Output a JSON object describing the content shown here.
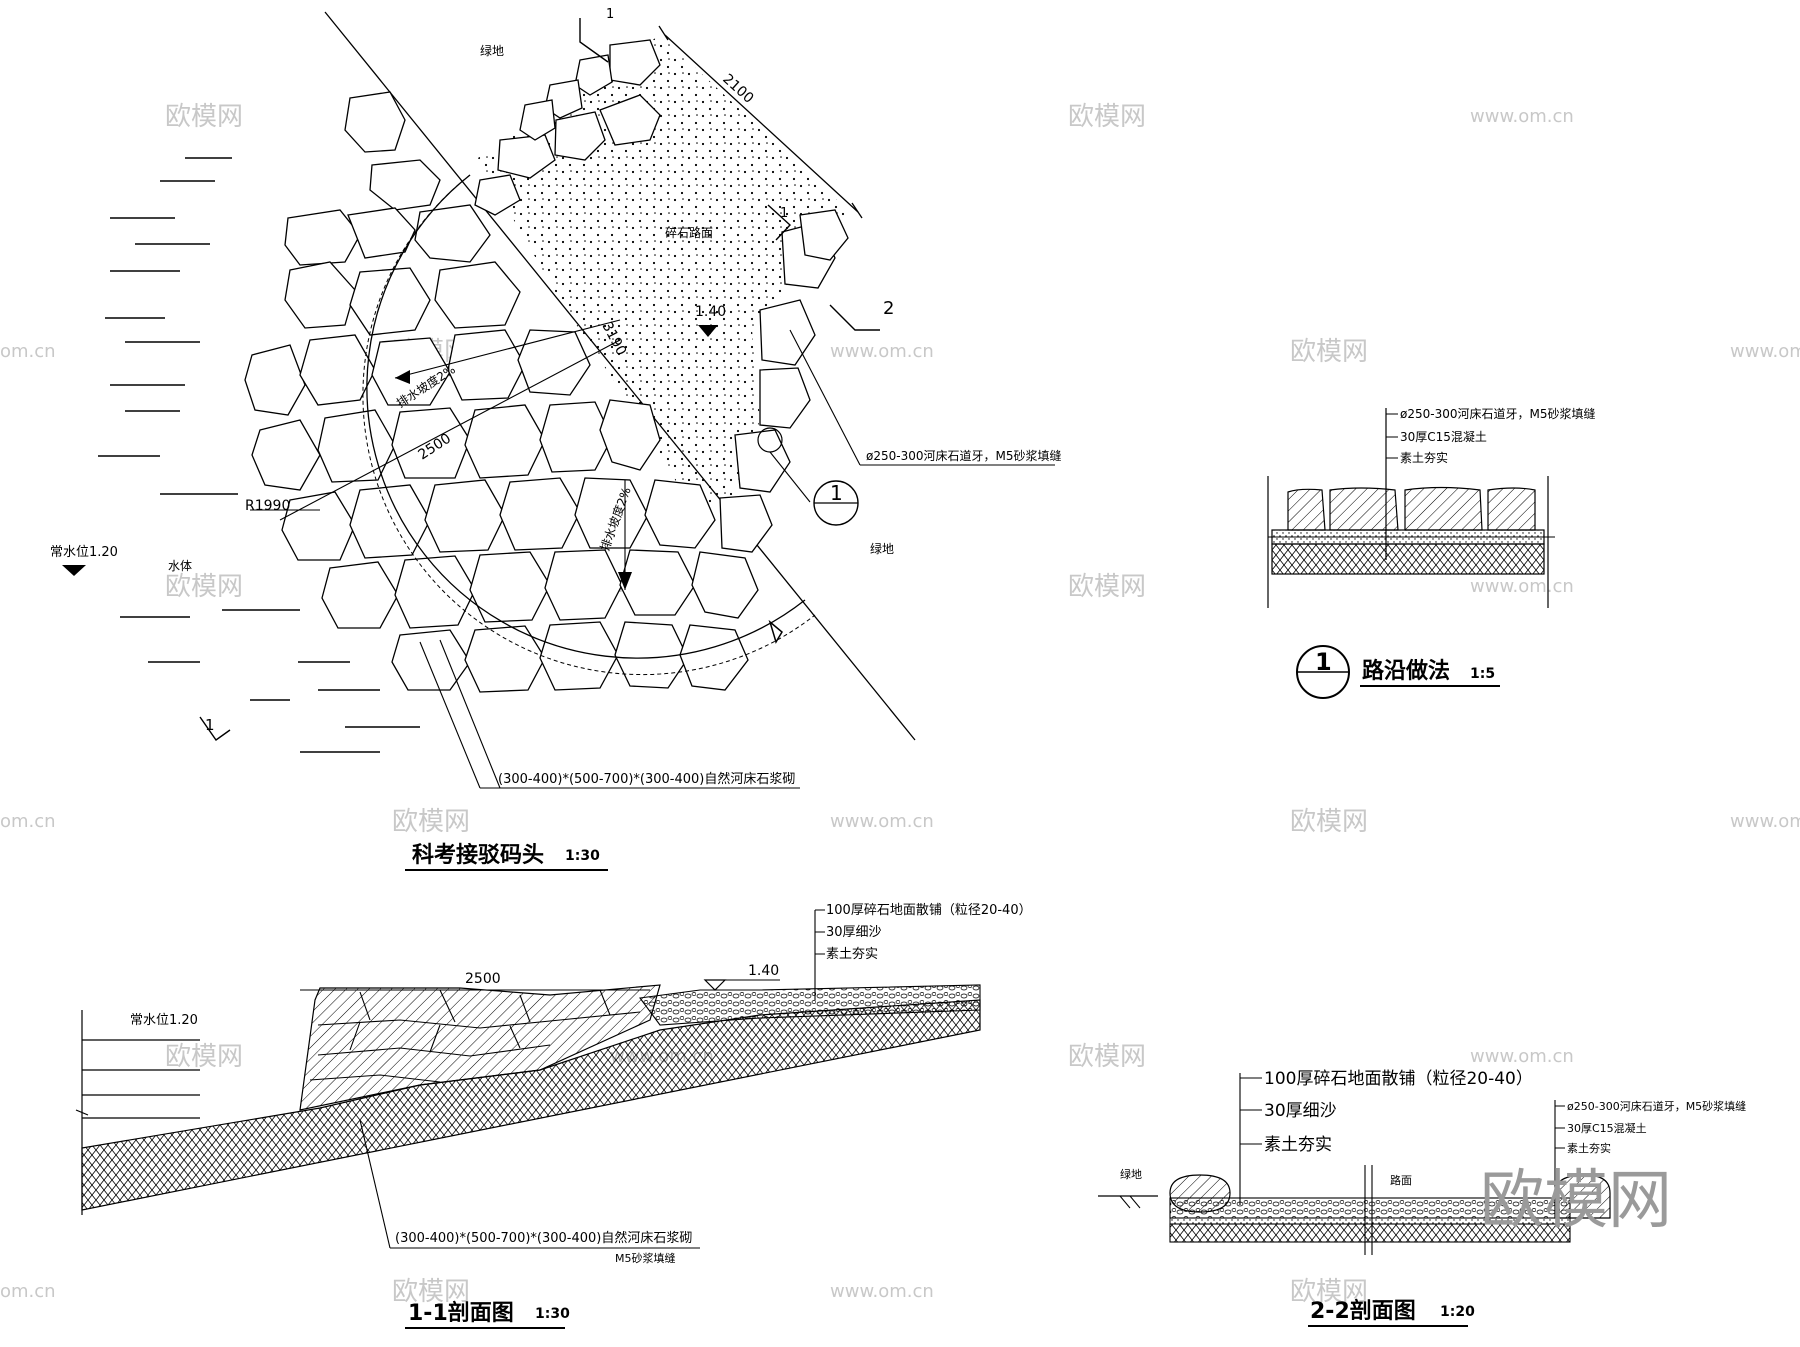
{
  "plan": {
    "title": "科考接驳码头",
    "scale": "1:30",
    "green_top": "绿地",
    "green_right": "绿地",
    "gravel_surface": "碎石路面",
    "elevation_gravel": "1.40",
    "water_level": "常水位1.20",
    "water_body": "水体",
    "dim_2100": "2100",
    "dim_2500": "2500",
    "dim_3190": "3190",
    "radius": "R1990",
    "slope_1": "排水坡度2%",
    "slope_2": "排水坡度2%",
    "stone_callout": "(300-400)*(500-700)*(300-400)自然河床石浆砌",
    "curb_callout": "ø250-300河床石道牙，M5砂浆填缝",
    "section_1": "1",
    "section_2": "2",
    "detail_ref": "1"
  },
  "curb_detail": {
    "title": "路沿做法",
    "scale": "1:5",
    "number": "1",
    "layer_1": "ø250-300河床石道牙，M5砂浆填缝",
    "layer_2": "30厚C15混凝土",
    "layer_3": "素土夯实"
  },
  "section_11": {
    "title": "1-1剖面图",
    "scale": "1:30",
    "water_level": "常水位1.20",
    "dim": "2500",
    "elevation": "1.40",
    "layer_1": "100厚碎石地面散铺（粒径20-40）",
    "layer_2": "30厚细沙",
    "layer_3": "素土夯实",
    "stone_callout": "(300-400)*(500-700)*(300-400)自然河床石浆砌",
    "mortar": "M5砂浆填缝"
  },
  "section_22": {
    "title": "2-2剖面图",
    "scale": "1:20",
    "layer_1": "100厚碎石地面散铺（粒径20-40）",
    "layer_2": "30厚细沙",
    "layer_3": "素土夯实",
    "curb_1": "ø250-300河床石道牙，M5砂浆填缝",
    "curb_2": "30厚C15混凝土",
    "curb_3": "素土夯实",
    "green": "绿地",
    "road": "路面"
  },
  "watermark": {
    "brand": "欧模网",
    "url": "www.om.cn",
    "url_short": "om.cn"
  }
}
